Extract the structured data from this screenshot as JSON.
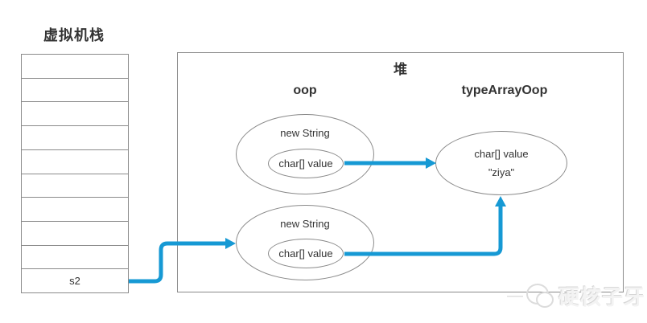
{
  "colors": {
    "background": "#ffffff",
    "border": "#8a8a8a",
    "text": "#333333",
    "arrow": "#1699d4",
    "watermark": "#dcdcdc"
  },
  "stack": {
    "title": "虚拟机栈",
    "cells": [
      "",
      "",
      "",
      "",
      "",
      "",
      "",
      "",
      "",
      "s2"
    ]
  },
  "heap": {
    "title": "堆",
    "column_labels": [
      "oop",
      "typeArrayOop"
    ],
    "string_object_top": {
      "type_label": "new String",
      "field_label": "char[] value"
    },
    "string_object_bottom": {
      "type_label": "new String",
      "field_label": "char[] value"
    },
    "char_array": {
      "line1": "char[] value",
      "line2": "\"ziya\""
    }
  },
  "watermark": {
    "dash": "—",
    "text": "硬核子牙"
  }
}
